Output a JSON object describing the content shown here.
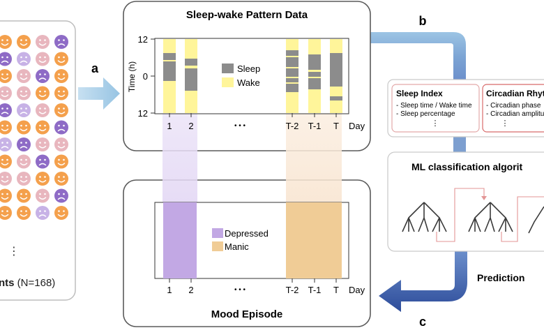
{
  "panel_labels": {
    "a": "a",
    "b": "b",
    "c": "c"
  },
  "patients": {
    "caption_bold": "nts",
    "caption_rest": " (N=168)",
    "ellipsis": "⋮",
    "grid": [
      [
        "orange",
        "orange",
        "pink",
        "purple"
      ],
      [
        "purple",
        "lavender",
        "pink",
        "orange"
      ],
      [
        "orange",
        "pink",
        "purple",
        "orange"
      ],
      [
        "pink",
        "pink",
        "orange",
        "orange"
      ],
      [
        "purple",
        "lavender",
        "pink",
        "orange"
      ],
      [
        "orange",
        "orange",
        "orange",
        "purple"
      ],
      [
        "lavender",
        "purple",
        "pink",
        "pink"
      ],
      [
        "orange",
        "pink",
        "purple",
        "orange"
      ],
      [
        "pink",
        "pink",
        "orange",
        "orange"
      ],
      [
        "orange",
        "orange",
        "pink",
        "purple"
      ],
      [
        "orange",
        "orange",
        "lavender",
        "orange"
      ]
    ],
    "colors": {
      "orange": "#f4a04c",
      "pink": "#e8b6be",
      "purple": "#8e6bc6",
      "lavender": "#c7b2e6"
    }
  },
  "sleep_panel": {
    "title": "Sleep-wake Pattern Data",
    "y_axis_label": "Time (h)",
    "y_ticks": [
      "12",
      "0",
      "12"
    ],
    "x_ticks": [
      "1",
      "2",
      "• • •",
      "T-2",
      "T-1",
      "T"
    ],
    "x_axis_label": "Day",
    "legend": [
      {
        "label": "Sleep",
        "color": "#8c8c8c"
      },
      {
        "label": "Wake",
        "color": "#fff59a"
      }
    ]
  },
  "mood_panel": {
    "title": "Mood Episode",
    "x_ticks": [
      "1",
      "2",
      "• • •",
      "T-2",
      "T-1",
      "T"
    ],
    "x_axis_label": "Day",
    "legend": [
      {
        "label": "Depressed",
        "color": "#c2a8e4"
      },
      {
        "label": "Manic",
        "color": "#f0cc96"
      }
    ]
  },
  "features": {
    "sleep_index": {
      "title": "Sleep Index",
      "items": [
        "- Sleep time / Wake time",
        "- Sleep percentage"
      ],
      "ellipsis": "⋮"
    },
    "circadian": {
      "title": "Circadian Rhyt",
      "items": [
        "- Circadian phase",
        "- Circadian amplitu"
      ],
      "ellipsis": "⋮"
    }
  },
  "ml": {
    "title": "ML classification algorit"
  },
  "prediction_label": "Prediction",
  "colors": {
    "arrow_light": "#a9cde6",
    "arrow_dark": "#3f62ad",
    "panel_border": "#5a5a5a"
  }
}
